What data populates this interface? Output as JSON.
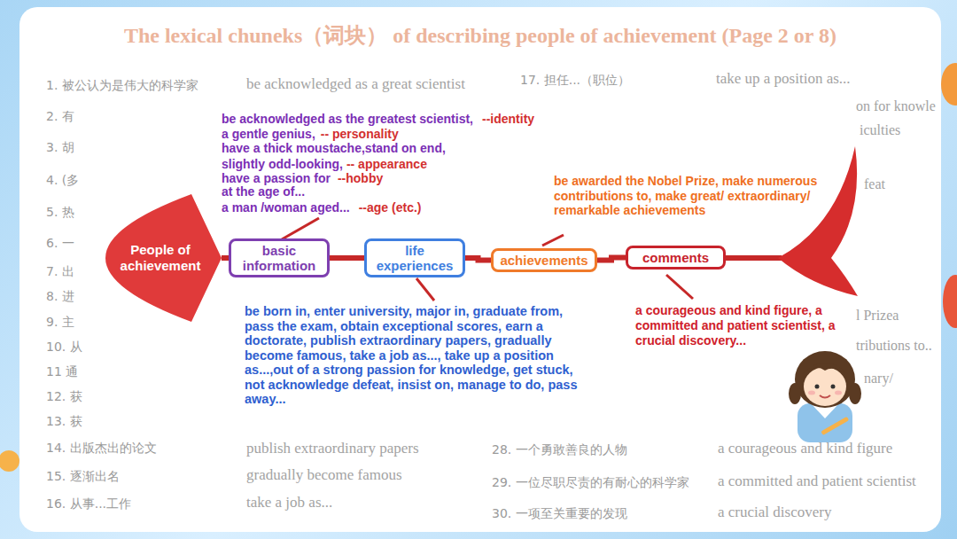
{
  "diagram": {
    "title": "The lexical chuneks（词块） of describing people of achievement (Page 2 or 8)",
    "nodes": [
      {
        "text": [
          "People of achievement"
        ]
      },
      {
        "text": [
          "basic information"
        ]
      },
      {
        "text": [
          "life experiences"
        ]
      },
      {
        "text": [
          "achievements"
        ]
      },
      {
        "text": [
          "comments"
        ]
      }
    ],
    "edges": [
      {
        "from": 0,
        "to": 1,
        "arrow": "none"
      },
      {
        "from": 1,
        "to": 2,
        "arrow": "none"
      },
      {
        "from": 2,
        "to": 3,
        "arrow": "none"
      },
      {
        "from": 3,
        "to": 4,
        "arrow": "none"
      }
    ],
    "labels": [
      "1. 被公认为是伟大的科学家",
      "be acknowledged as a great scientist",
      "17. 担任...（职位）",
      "take up a position as...",
      "on for knowle",
      "2. 有",
      "iculties",
      "3. 胡",
      "4. (多",
      "feat",
      "5. 热",
      "6. 一",
      "7. 出",
      "8. 进",
      "9. 主",
      "l Prizea",
      "10. 从",
      "tributions to..",
      "11 通",
      "nary/",
      "12. 获",
      "13. 获",
      "14. 出版杰出的论文",
      "publish extraordinary papers",
      "28. 一个勇敢善良的人物",
      "a courageous and kind figure",
      "15. 逐渐出名",
      "gradually become famous",
      "29. 一位尽职尽责的有耐心的科学家",
      "a committed and patient scientist",
      "16. 从事...工作",
      "take a job as...",
      "30. 一项至关重要的发现",
      "a crucial discovery",
      "be acknowledged as the greatest scientist,",
      "--identity",
      "a gentle genius,",
      "-- personality",
      "have a thick moustache,stand on end,",
      "slightly odd-looking,",
      "-- appearance",
      "have a passion for",
      "--hobby",
      "at the age of...",
      "a man /woman aged...",
      "--age (etc.)",
      "be born in, enter university, major in, graduate from, pass the exam, obtain exceptional scores, earn a doctorate, publish extraordinary papers, gradually become famous, take a job as..., take up a position as...,out of a strong passion for knowledge, get stuck, not acknowledge defeat, insist on, manage to do, pass away...",
      "be awarded the Nobel Prize, make numerous contributions to, make great/ extraordinary/ remarkable achievements",
      "a courageous and kind figure, a committed and patient scientist, a crucial discovery..."
    ]
  }
}
